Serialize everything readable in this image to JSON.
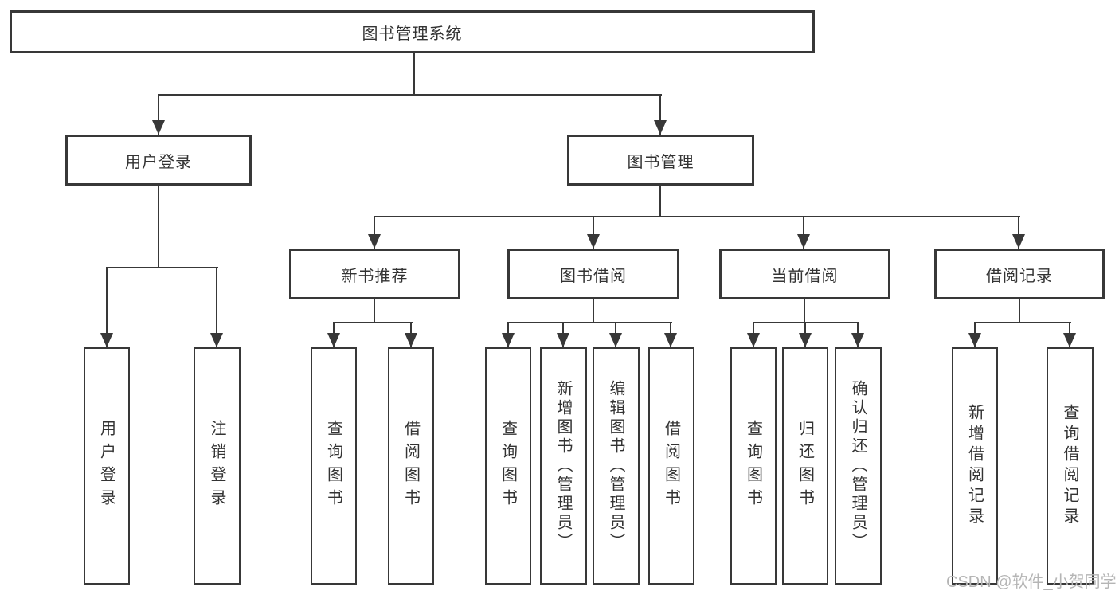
{
  "tree": {
    "root": "图书管理系统",
    "level2": {
      "user_login": "用户登录",
      "book_mgmt": "图书管理"
    },
    "level3": {
      "new_book": "新书推荐",
      "book_borrow": "图书借阅",
      "current_borrow": "当前借阅",
      "borrow_record": "借阅记录"
    },
    "leaves": {
      "user_login": [
        "用户登录",
        "注销登录"
      ],
      "new_book": [
        "查询图书",
        "借阅图书"
      ],
      "book_borrow": [
        "查询图书",
        "新增图书（管理员）",
        "编辑图书（管理员）",
        "借阅图书"
      ],
      "current_borrow": [
        "查询图书",
        "归还图书",
        "确认归还（管理员）"
      ],
      "borrow_record": [
        "新增借阅记录",
        "查询借阅记录"
      ]
    }
  },
  "watermark": "CSDN @软件_小贺同学",
  "colors": {
    "line": "#383838",
    "text": "#333333",
    "watermark": "#b5b5b5",
    "background": "#ffffff"
  }
}
